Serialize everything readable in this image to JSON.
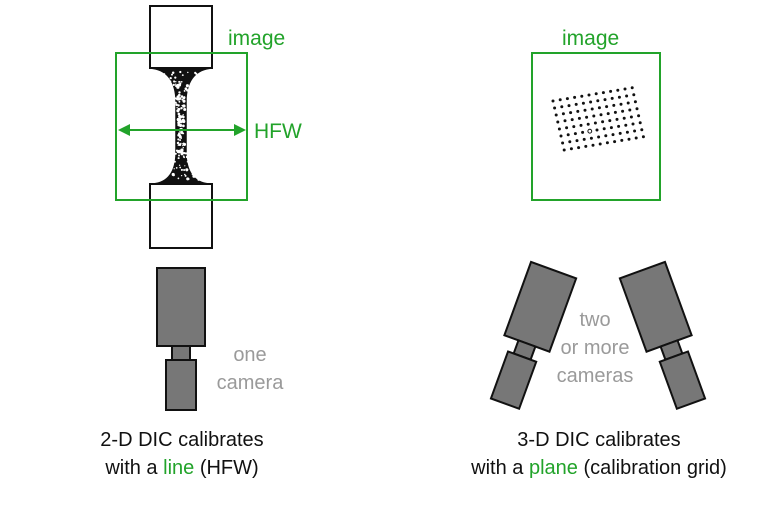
{
  "colors": {
    "green": "#22a32a",
    "gray": "#9a9a9a",
    "camera": "#777777",
    "outline": "#111111"
  },
  "left_panel": {
    "image_label": "image",
    "hfw_label": "HFW",
    "camera_label_line1": "one",
    "camera_label_line2": "camera",
    "caption_line1": "2-D DIC calibrates",
    "caption_line2_prefix": "with a ",
    "caption_line2_highlight": "line",
    "caption_line2_suffix": " (HFW)"
  },
  "right_panel": {
    "image_label": "image",
    "camera_label_line1": "two",
    "camera_label_line2": "or more",
    "camera_label_line3": "cameras",
    "caption_line1": "3-D DIC calibrates",
    "caption_line2_prefix": "with a ",
    "caption_line2_highlight": "plane",
    "caption_line2_suffix": " (calibration grid)"
  }
}
